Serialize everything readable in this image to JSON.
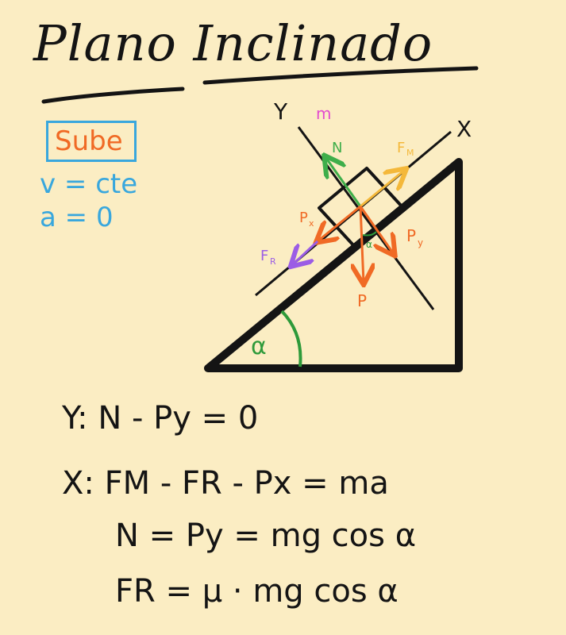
{
  "title": "Plano Inclinado",
  "conditions": {
    "direction": "Sube",
    "velocity": "v = cte",
    "acceleration": "a = 0"
  },
  "diagram": {
    "axis_y": "Y",
    "axis_x": "X",
    "mass": "m",
    "normal": "N",
    "motor_force": "F",
    "motor_force_sub": "M",
    "friction_force": "F",
    "friction_force_sub": "R",
    "weight": "P",
    "weight_x": "P",
    "weight_x_sub": "x",
    "weight_y": "P",
    "weight_y_sub": "y",
    "angle_box": "α",
    "angle_base": "α"
  },
  "equations": {
    "eq_y_prefix": "Y:",
    "eq_y": "N - Py = 0",
    "eq_x_prefix": "X:",
    "eq_x": "FM - FR - Px = ma",
    "eq_normal": "N = Py = mg cos α",
    "eq_friction": "FR = μ · mg cos α"
  },
  "colors": {
    "ink": "#141414",
    "normal": "#3fae4a",
    "motor": "#f4b83a",
    "friction": "#9b5de5",
    "weight": "#f06a25",
    "mass": "#e34bcf",
    "condition": "#39a7dd",
    "angle": "#2e9a3a"
  }
}
